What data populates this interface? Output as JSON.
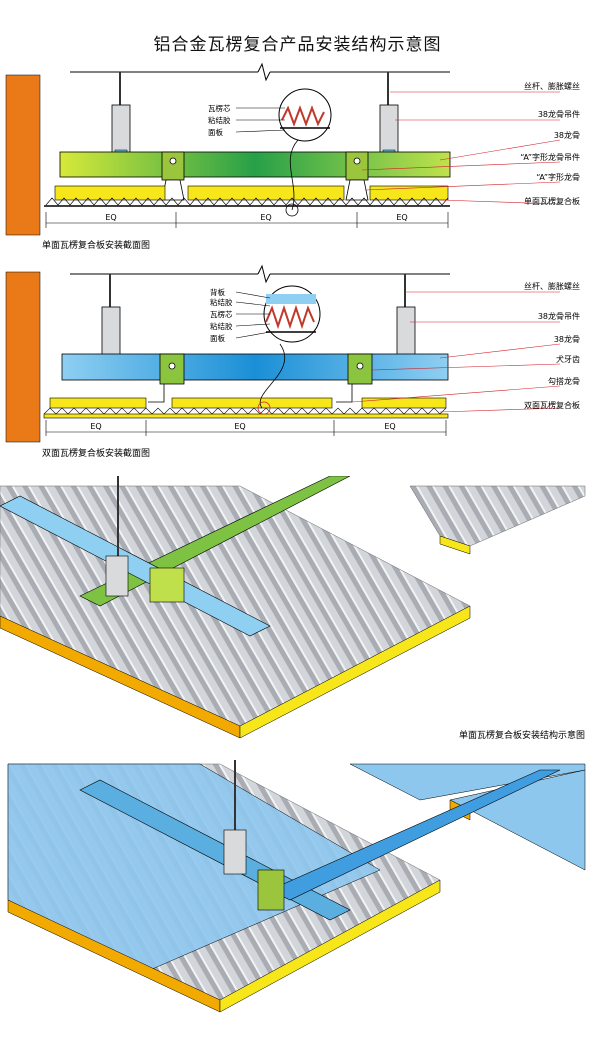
{
  "title": "铝合金瓦楞复合产品安装结构示意图",
  "section1": {
    "caption": "单面瓦楞复合板安装截面图",
    "callouts": {
      "rod": "丝杆、膨胀螺丝",
      "hanger": "38龙骨吊件",
      "keel38": "38龙骨",
      "a_hanger": "“A”字形龙骨吊件",
      "a_keel": "“A”字形龙骨",
      "panel": "单面瓦楞复合板"
    },
    "detail": {
      "core": "瓦楞芯",
      "glue": "粘结胶",
      "face": "面板"
    },
    "dims": [
      "EQ",
      "EQ",
      "EQ"
    ]
  },
  "section2": {
    "caption": "双面瓦楞复合板安装截面图",
    "callouts": {
      "rod": "丝杆、膨胀螺丝",
      "hanger": "38龙骨吊件",
      "keel38": "38龙骨",
      "clip": "犬牙齿",
      "hook_keel": "勾搭龙骨",
      "panel": "双面瓦楞复合板"
    },
    "detail": {
      "back": "背板",
      "glue1": "粘结胶",
      "core": "瓦楞芯",
      "glue2": "粘结胶",
      "face": "面板"
    },
    "dims": [
      "EQ",
      "EQ",
      "EQ"
    ]
  },
  "section3": {
    "caption": "单面瓦楞复合板安装结构示意图"
  },
  "colors": {
    "wall": "#e97a17",
    "green_keel": "#7dc242",
    "blue_keel": "#5aaee0",
    "yellow_panel": "#f6e61a",
    "orange_edge": "#f2a900",
    "corrugated": "#c9ccd1",
    "callout_line": "#d2232a"
  }
}
